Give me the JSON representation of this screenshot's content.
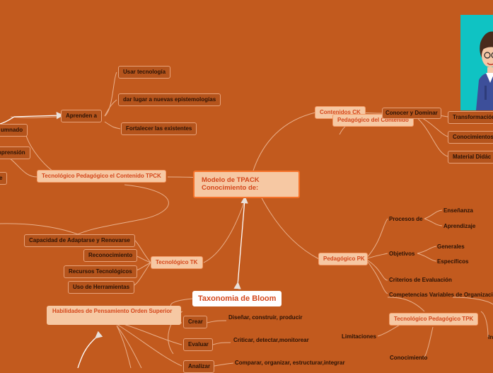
{
  "main_topic": "Modelo de TPACK Conocimiento de:",
  "left_branch": {
    "tpck": "Tecnológico Pedagógico el Contenido TPCK",
    "aprenden": "Aprenden a",
    "aprenden_children": [
      "Usar tecnología",
      "dar lugar a nuevas epistemologías",
      "Fortalecer las existentes"
    ],
    "cut_nodes": [
      "umnado",
      "nprensión",
      "e"
    ]
  },
  "tk": {
    "label": "Tecnológico TK",
    "children": [
      "Capacidad de Adaptarse y Renovarse",
      "Reconocimiento",
      "Recursos Tecnológicos",
      "Uso de Herramientas"
    ]
  },
  "ck": {
    "label": "Contenidos CK",
    "pcontent": "Pedagógico del Contenido",
    "conocer": "Conocer y Dominar",
    "children": [
      "Transformación",
      "Conocimientos",
      "Material Didác"
    ]
  },
  "pk": {
    "label": "Pedagógico PK",
    "procesos": "Procesos de",
    "procesos_children": [
      "Enseñanza",
      "Aprendizaje"
    ],
    "objetivos": "Objetivos",
    "objetivos_children": [
      "Generales",
      "Específicos"
    ],
    "criterios": "Criterios de Evaluación",
    "competencias": "Competencias Variables de Organizaci"
  },
  "tpk": {
    "label": "Tecnológico Pedagógico TPK",
    "limitaciones": "Limitaciones",
    "conocimiento": "Conocimiento",
    "cut": "In"
  },
  "bloom": {
    "label": "Taxonomia de Bloom",
    "habilidades": "Habilidades de Pensamiento Orden Superior",
    "verbs": [
      {
        "verb": "Crear",
        "desc": "Diseñar, construir, producir"
      },
      {
        "verb": "Evaluar",
        "desc": "Criticar, detectar,monitorear"
      },
      {
        "verb": "Analizar",
        "desc": "Comparar, organizar, estructurar,integrar"
      }
    ]
  },
  "colors": {
    "background": "#c25a1e",
    "node": "#b5541c",
    "accent": "#f6c8a3",
    "avatar": "#0fc3c3"
  }
}
